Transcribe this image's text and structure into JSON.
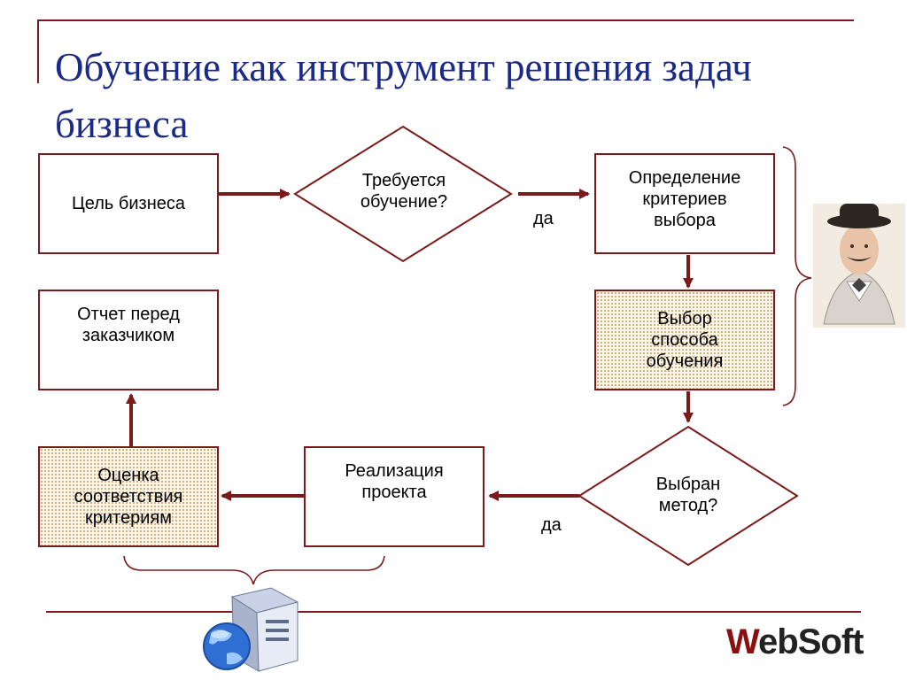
{
  "slide": {
    "title": "Обучение как инструмент решения задач бизнеса"
  },
  "nodes": {
    "business_goal": "Цель бизнеса",
    "training_required": "Требуется\nобучение?",
    "define_criteria": "Определение\nкритериев\nвыбора",
    "choose_method": "Выбор\nспособа\nобучения",
    "method_chosen": "Выбран\nметод?",
    "project_implementation": "Реализация\nпроекта",
    "criteria_evaluation": "Оценка\nсоответствия\nкритериям",
    "customer_report": "Отчет перед\nзаказчиком"
  },
  "edge_labels": {
    "yes_1": "да",
    "yes_2": "да"
  },
  "logo": {
    "brand_prefix": "W",
    "brand_rest": "ebSoft"
  },
  "colors": {
    "title": "#1a2a86",
    "accent": "#7a1a1a",
    "dotted_fill": "#fbf4e8"
  },
  "icons": [
    "detective-portrait-icon",
    "server-globe-icon"
  ]
}
